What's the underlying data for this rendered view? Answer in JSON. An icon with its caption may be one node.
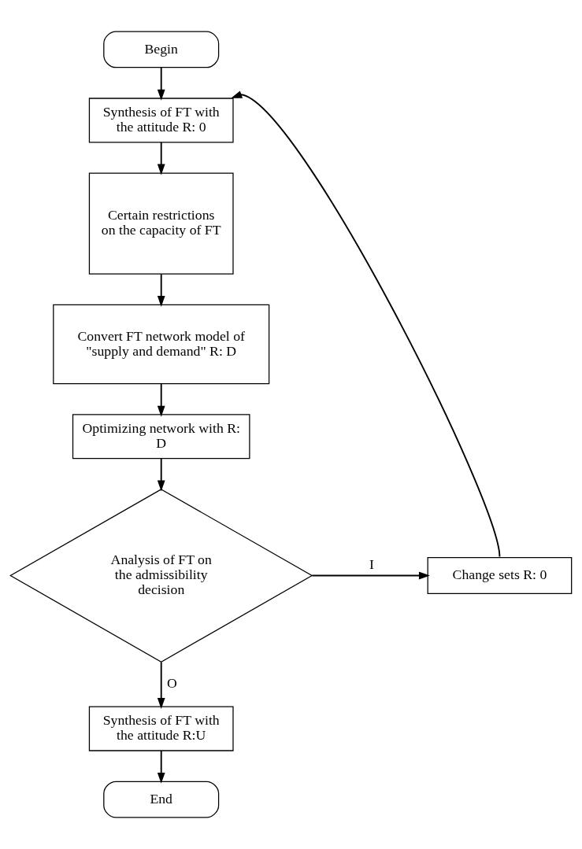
{
  "diagram": {
    "nodes": [
      {
        "text": [
          "Begin"
        ]
      },
      {
        "text": [
          "Synthesis of FT with the attitude R: 0"
        ]
      },
      {
        "text": [
          "Certain restrictions on the capacity of FT"
        ]
      },
      {
        "text": [
          "Convert FT network model of \"supply and demand\" R: D"
        ]
      },
      {
        "text": [
          "Optimizing network with R: D"
        ]
      },
      {
        "text": [
          "Analysis of FT on the admissibility decision"
        ]
      },
      {
        "text": [
          "Change sets R: 0"
        ]
      },
      {
        "text": [
          "Synthesis of FT with the attitude R:U"
        ]
      },
      {
        "text": [
          "End"
        ]
      }
    ],
    "edges": [
      {
        "from": 0,
        "to": 1,
        "arrow": "to"
      },
      {
        "from": 1,
        "to": 2,
        "arrow": "to"
      },
      {
        "from": 2,
        "to": 3,
        "arrow": "to"
      },
      {
        "from": 3,
        "to": 4,
        "arrow": "to"
      },
      {
        "from": 4,
        "to": 5,
        "arrow": "to"
      },
      {
        "from": 5,
        "to": 6,
        "arrow": "to",
        "label": "I"
      },
      {
        "from": 6,
        "to": 1,
        "arrow": "to"
      },
      {
        "from": 5,
        "to": 7,
        "arrow": "to",
        "label": "O"
      },
      {
        "from": 7,
        "to": 8,
        "arrow": "to"
      }
    ]
  }
}
